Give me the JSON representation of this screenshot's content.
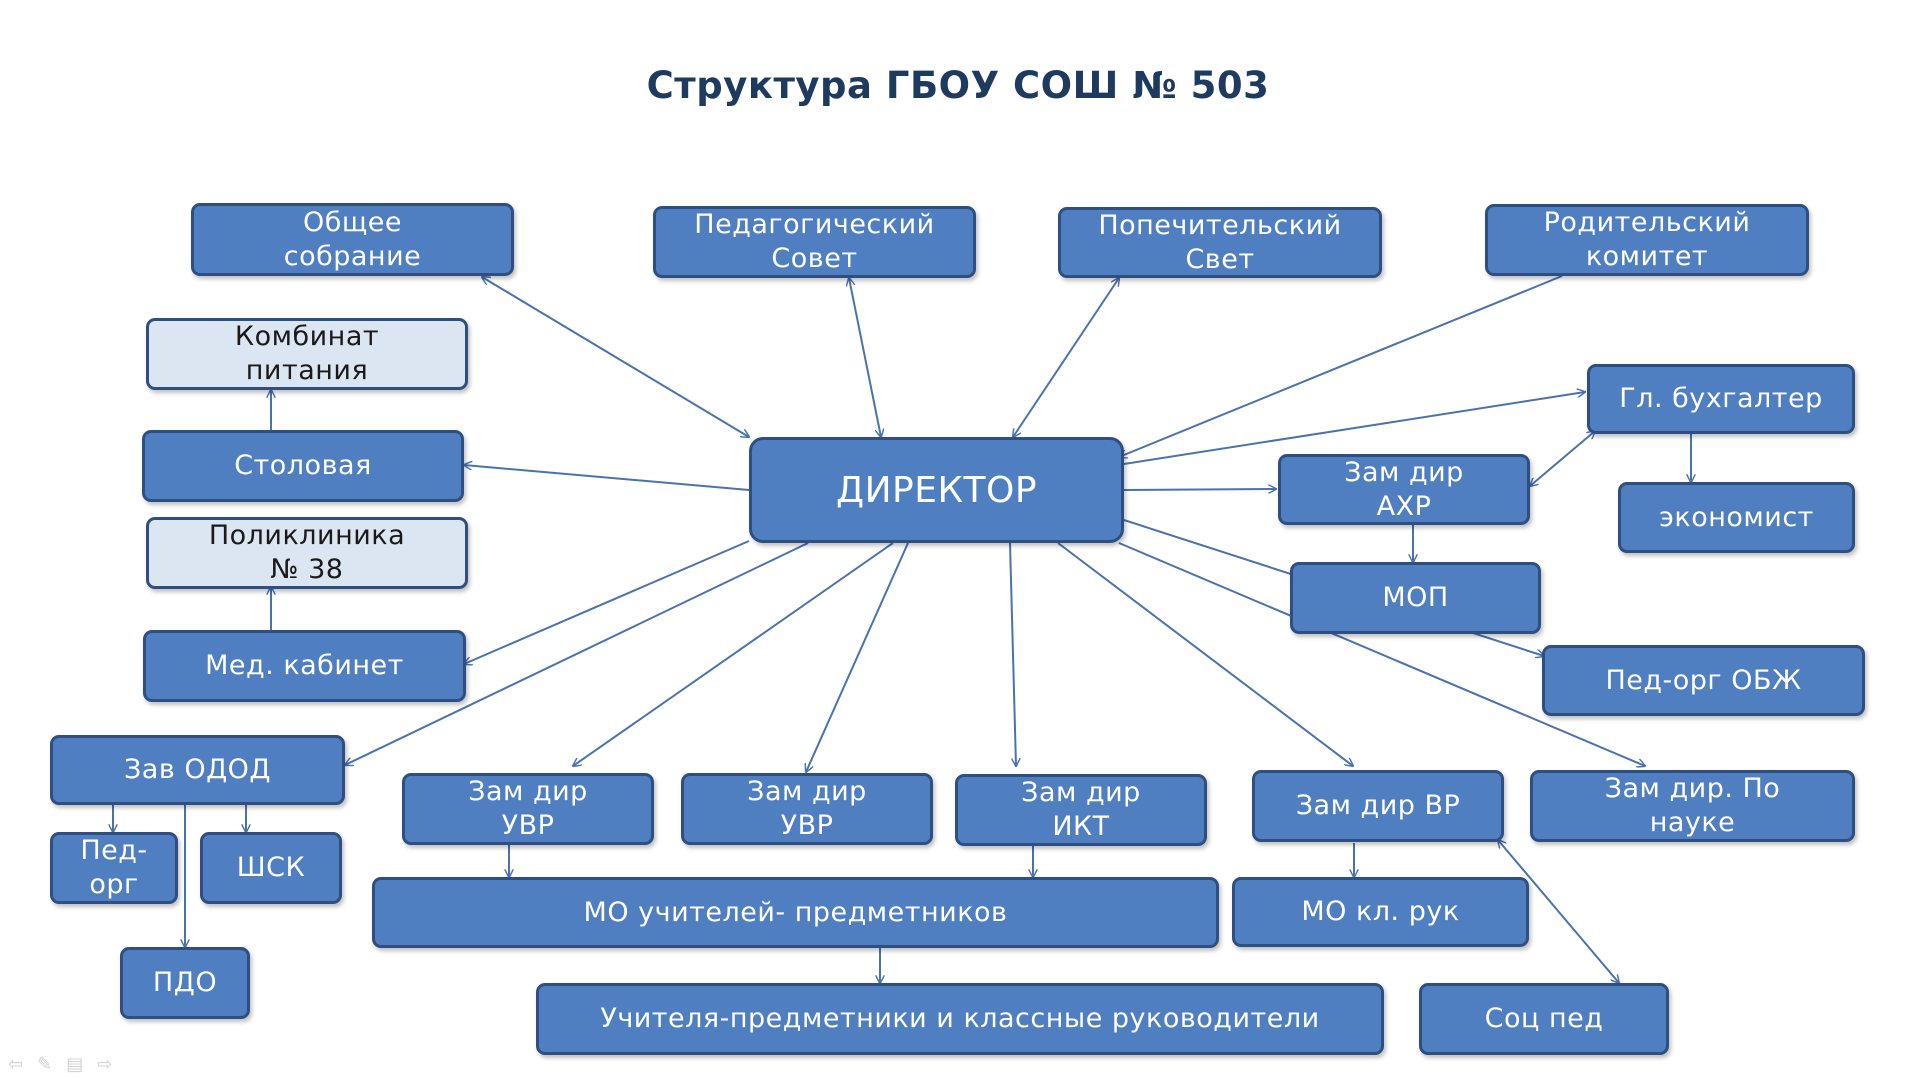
{
  "title": "Структура ГБОУ СОШ № 503",
  "colors": {
    "node_fill": "#4f7fc0",
    "node_border": "#2f4f80",
    "light_fill": "#dce6f2",
    "line": "#4a72ad",
    "title": "#1f3a5f"
  },
  "nodes": {
    "director": "ДИРЕКТОР",
    "obshchee": "Общее\nсобрание",
    "pedsovet": "Педагогический\nСовет",
    "popech": "Попечительский\nСвет",
    "roditel": "Родительский\nкомитет",
    "kombinat": "Комбинат\nпитания",
    "stolovaya": "Столовая",
    "poliklinika": "Поликлиника\n№ 38",
    "medkab": "Мед. кабинет",
    "zavodod": "Зав ОДОД",
    "pedorg": "Пед-\nорг",
    "shsk": "ШСК",
    "pdo": "ПДО",
    "zamuvr1": "Зам дир\nУВР",
    "zamuvr2": "Зам дир\nУВР",
    "zamikt": "Зам дир\nИКТ",
    "zamvr": "Зам дир ВР",
    "zamnauka": "Зам дир. По\nнауке",
    "mouch": "МО учителей- предметников",
    "mokl": "МО кл. рук",
    "uchitelya": "Учителя-предметники и классные руководители",
    "socped": "Соц пед",
    "glbuh": "Гл. бухгалтер",
    "ekonomist": "экономист",
    "zamahr": "Зам дир\nАХР",
    "mop": "МОП",
    "pedobzh": "Пед-орг ОБЖ"
  },
  "nav_icons": [
    "arrow-left-icon",
    "pen-icon",
    "menu-icon",
    "arrow-right-icon"
  ]
}
